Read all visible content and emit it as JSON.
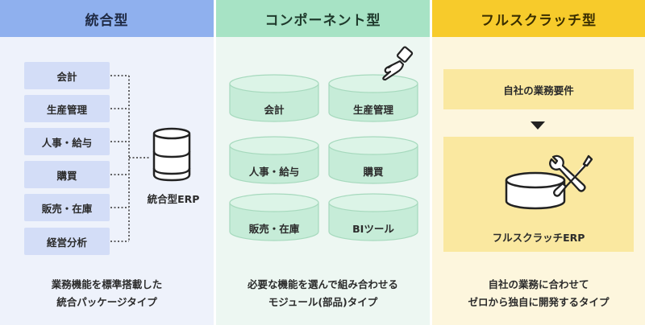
{
  "columns": [
    {
      "title": "統合型",
      "modules": [
        "会計",
        "生産管理",
        "人事・給与",
        "購買",
        "販売・在庫",
        "経営分析"
      ],
      "system_label": "統合型ERP",
      "caption_line1": "業務機能を標準搭載した",
      "caption_line2": "統合パッケージタイプ"
    },
    {
      "title": "コンポーネント型",
      "components": [
        "会計",
        "生産管理",
        "人事・給与",
        "購買",
        "販売・在庫",
        "BIツール"
      ],
      "caption_line1": "必要な機能を選んで組み合わせる",
      "caption_line2": "モジュール(部品)タイプ"
    },
    {
      "title": "フルスクラッチ型",
      "requirement_label": "自社の業務要件",
      "system_label": "フルスクラッチERP",
      "caption_line1": "自社の業務に合わせて",
      "caption_line2": "ゼロから独自に開発するタイプ"
    }
  ],
  "icons": {
    "database": "database-icon",
    "hand": "pointing-hand-icon",
    "tools": "wrench-screwdriver-icon",
    "arrow": "arrow-down-icon"
  },
  "colors": {
    "col1_header": "#8fb0ee",
    "col2_header": "#a7e3c5",
    "col3_header": "#f7cb2b"
  }
}
